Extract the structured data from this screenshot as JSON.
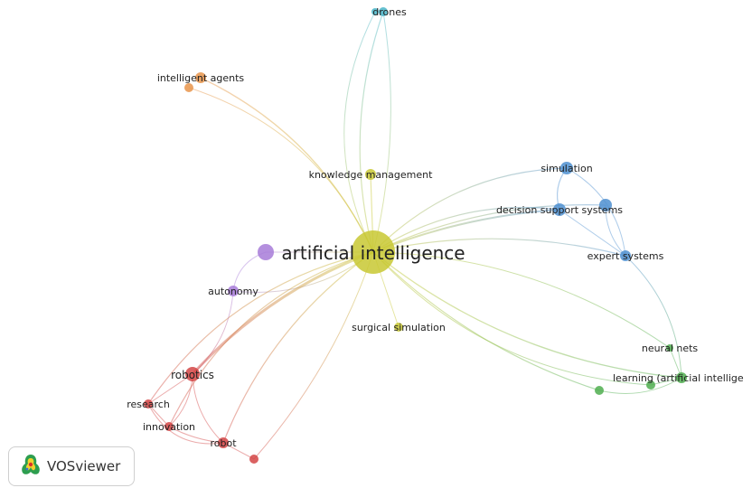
{
  "colors": {
    "yellow": "#c8c832",
    "blue": "#4d8fd0",
    "green": "#4fae4f",
    "red": "#d34545",
    "purple": "#a77bd8",
    "orange": "#e8944a",
    "teal": "#4ab6c9"
  },
  "nodes": {
    "ai": {
      "label": "artificial intelligence",
      "cluster": "yellow"
    },
    "km": {
      "label": "knowledge management",
      "cluster": "yellow"
    },
    "surg": {
      "label": "surgical simulation",
      "cluster": "yellow"
    },
    "drones": {
      "label": "drones",
      "cluster": "teal"
    },
    "agents": {
      "label": "intelligent agents",
      "cluster": "orange"
    },
    "sim": {
      "label": "simulation",
      "cluster": "blue"
    },
    "dss": {
      "label": "decision support systems",
      "cluster": "blue"
    },
    "expert": {
      "label": "expert systems",
      "cluster": "blue"
    },
    "neural": {
      "label": "neural nets",
      "cluster": "green"
    },
    "learning": {
      "label": "learning (artificial intellige",
      "cluster": "green"
    },
    "autonomy": {
      "label": "autonomy",
      "cluster": "purple"
    },
    "robotics": {
      "label": "robotics",
      "cluster": "red"
    },
    "research": {
      "label": "research",
      "cluster": "red"
    },
    "innovation": {
      "label": "innovation",
      "cluster": "red"
    },
    "robot": {
      "label": "robot",
      "cluster": "red"
    }
  },
  "badge": {
    "label": "VOSviewer",
    "icon": "vosviewer-logo-icon"
  }
}
